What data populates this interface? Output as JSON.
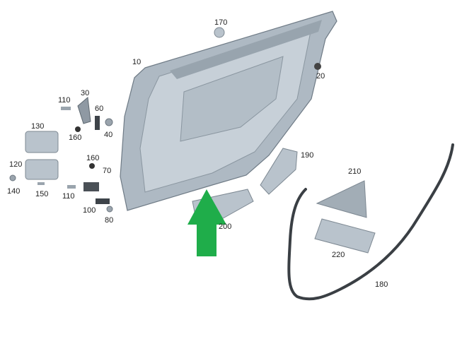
{
  "diagram": {
    "labels": {
      "p170": "170",
      "p10": "10",
      "p20": "20",
      "p110a": "110",
      "p30": "30",
      "p60": "60",
      "p40": "40",
      "p160a": "160",
      "p130": "130",
      "p120": "120",
      "p140": "140",
      "p150": "150",
      "p160b": "160",
      "p70": "70",
      "p110b": "110",
      "p100": "100",
      "p80": "80",
      "p190": "190",
      "p210": "210",
      "p200": "200",
      "p220": "220",
      "p180": "180"
    },
    "colors": {
      "part": "#b9c3cc",
      "part_dark": "#7d8892",
      "arrow": "#1fad4a",
      "seal": "#3a3f44"
    }
  }
}
